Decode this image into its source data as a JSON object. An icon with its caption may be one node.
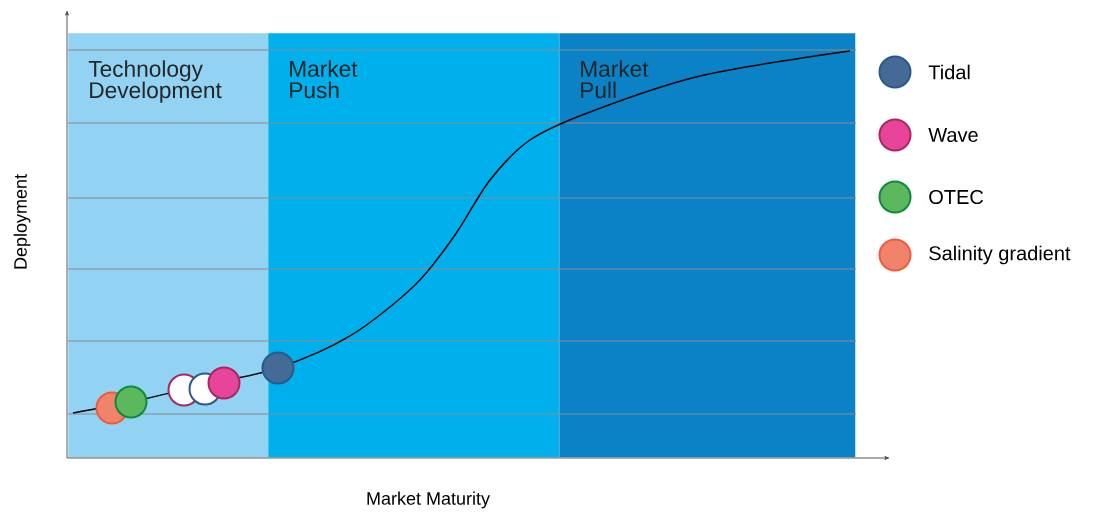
{
  "diagram": {
    "nodes": [
      {
        "text": [
          "Technology Development"
        ]
      },
      {
        "text": [
          "Market Push"
        ]
      },
      {
        "text": [
          "Market Pull"
        ]
      }
    ],
    "labels": [
      "Deployment",
      "Market Maturity"
    ],
    "legend": [
      {
        "text": "Tidal",
        "color": "#456a96"
      },
      {
        "text": "Wave",
        "color": "#e8459a"
      },
      {
        "text": "OTEC",
        "color": "#5cb85c"
      },
      {
        "text": "Salinity gradient",
        "color": "#f2836b"
      }
    ]
  }
}
